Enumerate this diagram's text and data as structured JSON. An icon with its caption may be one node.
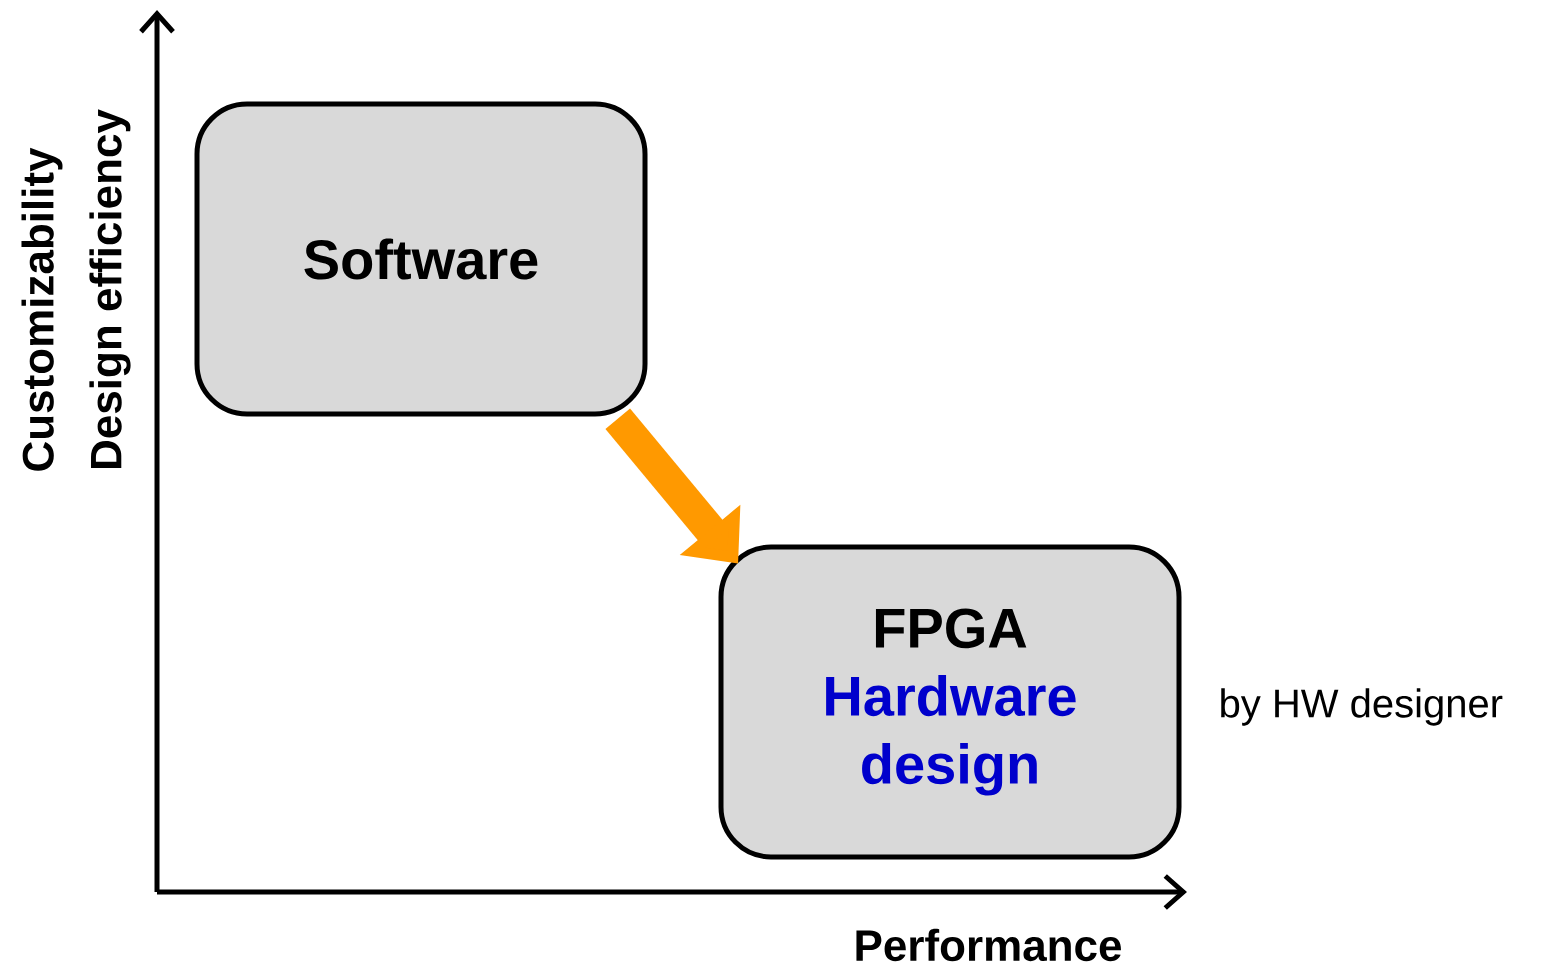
{
  "diagram": {
    "nodes": [
      {
        "text": [
          "Software"
        ]
      },
      {
        "text": [
          "FPGA",
          "Hardware design"
        ],
        "beside": [
          "by HW designer"
        ]
      }
    ],
    "edges": [
      {
        "from": 0,
        "to": 1,
        "arrow": "to",
        "color": "#ff9900"
      }
    ],
    "labels": [
      "Customizability",
      "Design efficiency",
      "Performance"
    ]
  }
}
